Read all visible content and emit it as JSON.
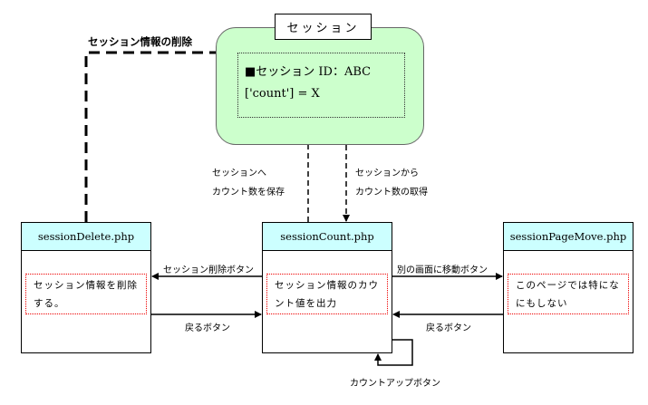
{
  "session": {
    "title": "セッション",
    "id_line": "■セッション ID：ABC",
    "count_line": "['count'] = X"
  },
  "delete_label": "セッション情報の削除",
  "save_label": [
    "セッションへ",
    "カウント数を保存"
  ],
  "get_label": [
    "セッションから",
    "カウント数の取得"
  ],
  "pages": [
    {
      "name": "sessionDelete.php",
      "note": [
        "セッション情報を削除",
        "する。"
      ]
    },
    {
      "name": "sessionCount.php",
      "note": [
        "セッション情報のカウ",
        "ント値を出力"
      ]
    },
    {
      "name": "sessionPageMove.php",
      "note": [
        "このページでは特にな",
        "にもしない"
      ]
    }
  ],
  "arrows": {
    "delete_button": "セッション削除ボタン",
    "back_from_delete": "戻るボタン",
    "move_button": "別の画面に移動ボタン",
    "back_from_move": "戻るボタン",
    "countup_button": "カウントアップボタン"
  },
  "colors": {
    "session_bg": "#ccffcc",
    "header_bg": "#ccffff",
    "note_border": "#ee0000",
    "burst": "#ff0000"
  }
}
